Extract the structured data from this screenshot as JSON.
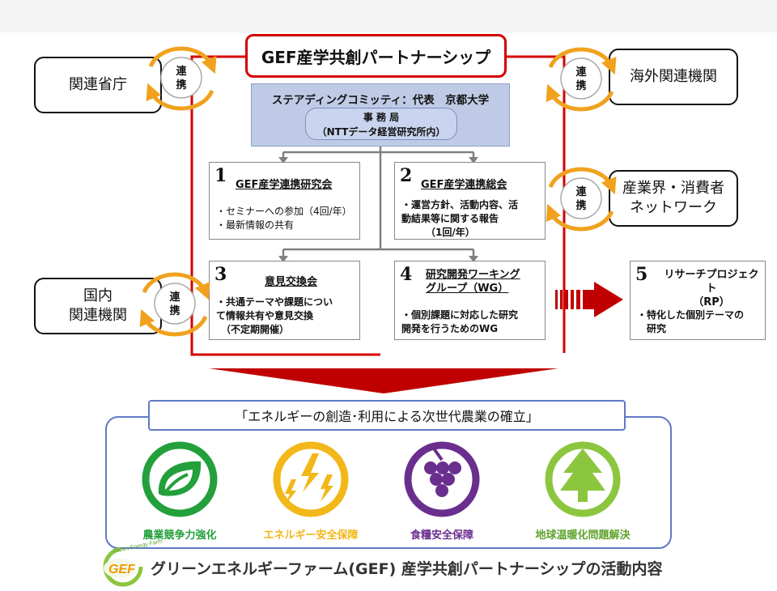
{
  "title": "GEF産学共創パートナーシップ",
  "committee": {
    "head": "ステアディングコミッティ：代表　京都大学",
    "office_line1": "事 務 局",
    "office_line2": "（NTTデータ経営研究所内）"
  },
  "external": {
    "left_top": "関連省庁",
    "left_bottom": "国内\n関連機関",
    "right_top": "海外関連機関",
    "right_mid": "産業界・消費者\nネットワーク"
  },
  "renkei": "連\n携",
  "workstreams": [
    {
      "num": "1",
      "title": "GEF産学連携研究会",
      "body": "・セミナーへの参加（4回/年）\n・最新情報の共有"
    },
    {
      "num": "2",
      "title": "GEF産学連携総会",
      "body": "・運営方針、活動内容、活\n 動結果等に関する報告\n　　　（1回/年）"
    },
    {
      "num": "3",
      "title": "意見交換会",
      "body": "・共通テーマや課題につい\n て情報共有や意見交換\n　（不定期開催）"
    },
    {
      "num": "4",
      "title": "研究開発ワーキング\nグループ（WG）",
      "body": "・個別課題に対応した研究\n 開発を行うためのWG"
    },
    {
      "num": "5",
      "title": "リサーチプロジェクト\n（RP）",
      "body": "・特化した個別テーマの\n　研究"
    }
  ],
  "goal": "「エネルギーの創造･利用による次世代農業の確立」",
  "pillars": [
    {
      "label": "農業競争力強化",
      "color": "#23a03b",
      "icon": "leaf-icon"
    },
    {
      "label": "エネルギー安全保障",
      "color": "#f2b718",
      "icon": "lightning-icon"
    },
    {
      "label": "食糧安全保障",
      "color": "#6a2f8e",
      "icon": "grapes-icon"
    },
    {
      "label": "地球温暖化問題解決",
      "color": "#8cc63f",
      "icon": "tree-icon"
    }
  ],
  "footer": {
    "logo_text": "GEF",
    "logo_ring": "Green Energy Farm",
    "text": "グリーンエネルギーファーム(GEF) 産学共創パートナーシップの活動内容"
  },
  "colors": {
    "accent_red": "#d40000",
    "frame_blue": "#5f79c6",
    "arrow_orange": "#f0a21e"
  }
}
